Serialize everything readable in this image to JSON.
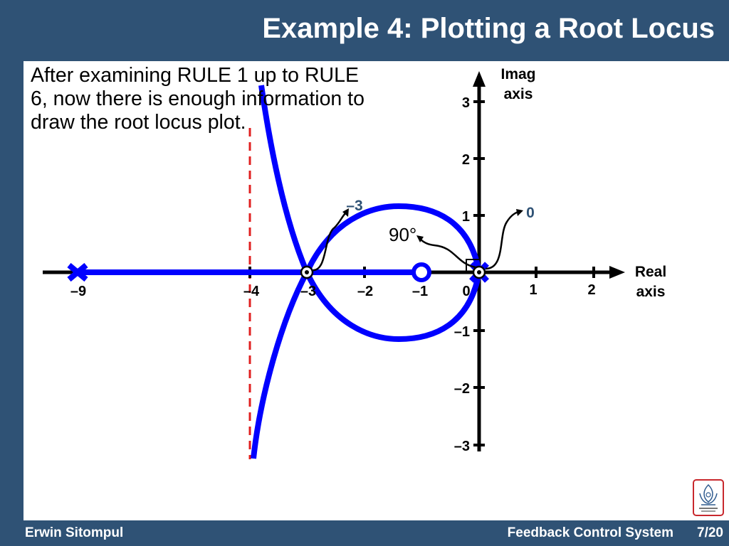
{
  "slide": {
    "title": "Example 4: Plotting a Root Locus",
    "body_text": "After examining RULE 1 up to RULE 6, now there is enough information to draw the root locus plot."
  },
  "plot": {
    "y_axis_label_line1": "Imag",
    "y_axis_label_line2": "axis",
    "x_axis_label_line1": "Real",
    "x_axis_label_line2": "axis",
    "x_ticks": [
      "–9",
      "–4",
      "–3",
      "–2",
      "–1",
      "0",
      "1",
      "2"
    ],
    "y_ticks": [
      "3",
      "2",
      "1",
      "–1",
      "–2",
      "–3"
    ],
    "annotation_breakaway": "–3",
    "annotation_origin": "0",
    "annotation_angle": "90°",
    "poles": [
      -9,
      0
    ],
    "zeros": [
      -1
    ],
    "breakaway_points": [
      -3,
      0
    ],
    "asymptote_real": -4,
    "colors": {
      "locus": "#0000ff",
      "asymptote": "#e02020",
      "annotation": "#2f5275"
    }
  },
  "footer": {
    "author": "Erwin Sitompul",
    "course": "Feedback Control System",
    "page": "7/20"
  }
}
